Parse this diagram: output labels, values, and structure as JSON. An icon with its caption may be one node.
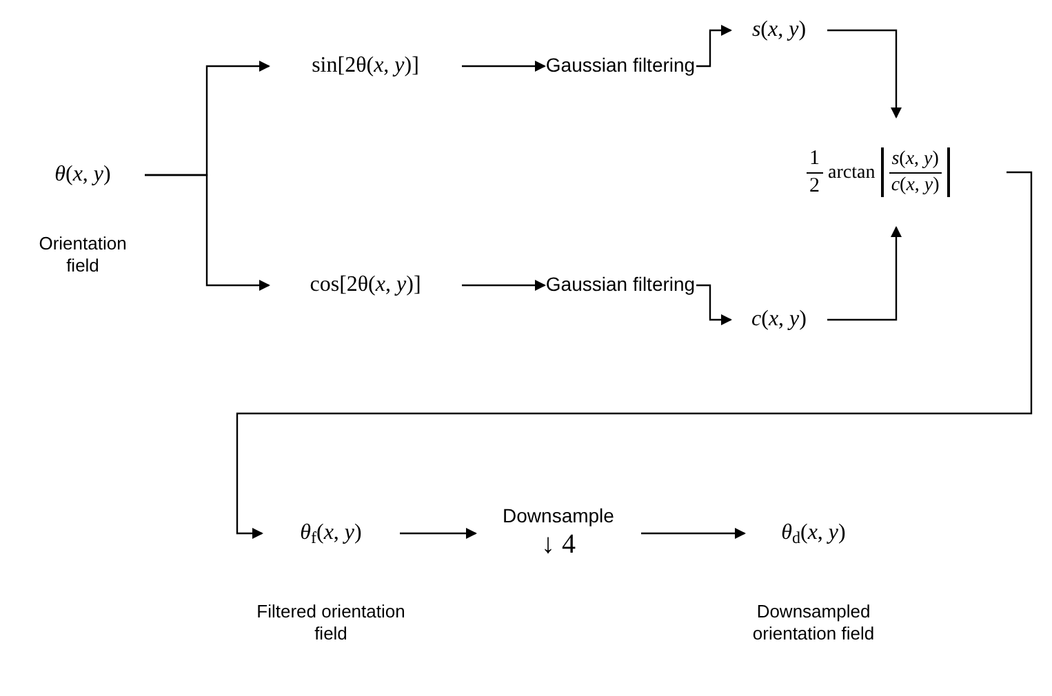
{
  "diagram": {
    "nodes": [
      {
        "text": [
          "*θ*(*x*, *y*)"
        ],
        "beside": [
          "Orientation field"
        ]
      },
      {
        "text": [
          "sin[2θ(*x*, *y*)]"
        ]
      },
      {
        "text": [
          "cos[2θ(*x*, *y*)]"
        ]
      },
      {
        "text": [
          "Gaussian filtering"
        ]
      },
      {
        "text": [
          "Gaussian filtering"
        ]
      },
      {
        "text": [
          "*s*(*x*, *y*)"
        ]
      },
      {
        "text": [
          "*c*(*x*, *y*)"
        ]
      },
      {
        "text": [
          "1",
          "2",
          "arctan",
          "*s*(*x*, *y*)",
          "*c*(*x*, *y*)"
        ]
      },
      {
        "text": [
          "*θ*$_{f}$(*x*, *y*)"
        ],
        "beside": [
          "Filtered orientation field"
        ]
      },
      {
        "text": [
          "Downsample",
          "↓ 4"
        ]
      },
      {
        "text": [
          "*θ*$_{d}$(*x*, *y*)"
        ],
        "beside": [
          "Downsampled orientation field"
        ]
      }
    ],
    "edges": [
      {
        "from": 0,
        "to": 1,
        "arrow": "to"
      },
      {
        "from": 0,
        "to": 2,
        "arrow": "to"
      },
      {
        "from": 1,
        "to": 3,
        "arrow": "to"
      },
      {
        "from": 2,
        "to": 4,
        "arrow": "to"
      },
      {
        "from": 3,
        "to": 5,
        "arrow": "to"
      },
      {
        "from": 4,
        "to": 6,
        "arrow": "to"
      },
      {
        "from": 5,
        "to": 7,
        "arrow": "to"
      },
      {
        "from": 6,
        "to": 7,
        "arrow": "to"
      },
      {
        "from": 7,
        "to": 8,
        "arrow": "to"
      },
      {
        "from": 8,
        "to": 9,
        "arrow": "to"
      },
      {
        "from": 9,
        "to": 10,
        "arrow": "to"
      }
    ]
  }
}
